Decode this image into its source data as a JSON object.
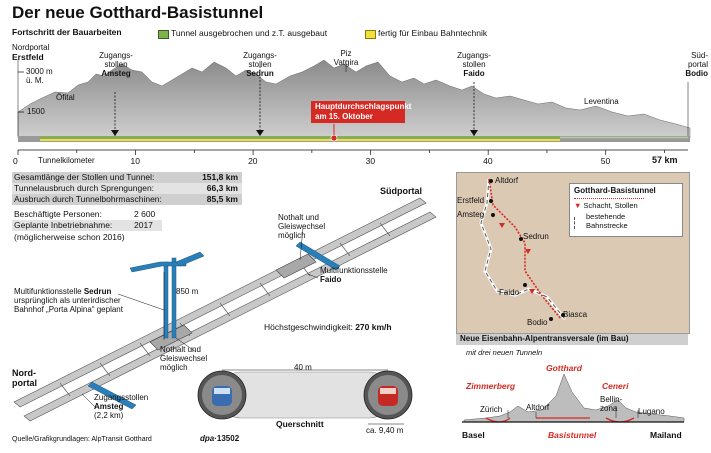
{
  "title": "Der neue Gotthard-Basistunnel",
  "legend": {
    "heading": "Fortschritt der Bauarbeiten",
    "green_label": "Tunnel ausgebrochen und z.T. ausgebaut",
    "yellow_label": "fertig für Einbau Bahntechnik",
    "green_color": "#7db44a",
    "yellow_color": "#f1df3c"
  },
  "profile": {
    "nordportal_l1": "Nordportal",
    "nordportal_l2": "Erstfeld",
    "elev_3000": "3000 m",
    "elev_unit": "ü. M.",
    "elev_1500": "1500",
    "oefital": "Öfital",
    "amsteg_l1": "Zugangs-",
    "amsteg_l2": "stollen",
    "amsteg_l3": "Amsteg",
    "sedrun_l1": "Zugangs-",
    "sedrun_l2": "stollen",
    "sedrun_l3": "Sedrun",
    "piz_l1": "Piz",
    "piz_l2": "Vatgira",
    "faido_l1": "Zugangs-",
    "faido_l2": "stollen",
    "faido_l3": "Faido",
    "sued_l1": "Süd-",
    "sued_l2": "portal",
    "sued_l3": "Bodio",
    "leventina": "Leventina",
    "callout_l1": "Hauptdurchschlagspunkt",
    "callout_l2": "am 15. Oktober",
    "callout_color": "#d42a23"
  },
  "axis": {
    "ticks": [
      "0",
      "10",
      "20",
      "30",
      "40",
      "50"
    ],
    "end_label": "57 km",
    "caption": "Tunnelkilometer",
    "km_max": 57
  },
  "stats": {
    "rows": [
      {
        "label": "Gesamtlänge der Stollen und Tunnel:",
        "value": "151,8 km"
      },
      {
        "label": "Tunnelausbruch durch Sprengungen:",
        "value": "66,3 km"
      },
      {
        "label": "Ausbruch durch Tunnelbohrmaschinen:",
        "value": "85,5 km"
      }
    ],
    "personen_label": "Beschäftigte Personen:",
    "personen_value": "2 600",
    "inbetrieb_label": "Geplante Inbetriebnahme:",
    "inbetrieb_value": "2017",
    "inbetrieb_note": "(möglicherweise schon 2016)"
  },
  "diagram": {
    "suedportal": "Südportal",
    "nordportal_l1": "Nord-",
    "nordportal_l2": "portal",
    "nothalt_top_l1": "Nothalt und",
    "nothalt_top_l2": "Gleiswechsel",
    "nothalt_top_l3": "möglich",
    "mfs_faido_l1": "Multifunktionsstelle",
    "mfs_faido_l2": "Faido",
    "mfs_sedrun_l1a": "Multifunktionsstelle",
    "mfs_sedrun_l1b": "Sedrun",
    "mfs_sedrun_l2": "ursprünglich als unterirdischer",
    "mfs_sedrun_l3": "Bahnhof „Porta Alpina“ geplant",
    "shaft_depth": "850 m",
    "speed_label": "Höchstgeschwindigkeit:",
    "speed_value": "270 km/h",
    "nothalt_bot_l1": "Nothalt und",
    "nothalt_bot_l2": "Gleiswechsel",
    "nothalt_bot_l3": "möglich",
    "amsteg_l1": "Zugangsstollen",
    "amsteg_l2": "Amsteg",
    "amsteg_l3": "(2,2 km)",
    "cross_width": "40 m",
    "cross_caption": "Querschnitt",
    "cross_diam": "ca. 9,40 m",
    "source": "Quelle/Grafikgrundlagen: AlpTransit Gotthard",
    "agency": "dpa",
    "agency_code": "·13502"
  },
  "map": {
    "altdorf": "Altdorf",
    "erstfeld": "Erstfeld",
    "amsteg": "Amsteg",
    "sedrun": "Sedrun",
    "faido": "Faido",
    "bodio": "Bodio",
    "biasca": "Biasca",
    "legend_title": "Gotthard-Basistunnel",
    "legend_shaft": "Schacht, Stollen",
    "legend_existing_l1": "bestehende",
    "legend_existing_l2": "Bahnstrecke",
    "tunnel_color": "#d42a23"
  },
  "neat": {
    "title": "Neue Eisenbahn-Alpentransversale (im Bau)",
    "subtitle": "mit drei neuen Tunneln",
    "zimmerberg": "Zimmerberg",
    "gotthard": "Gotthard",
    "ceneri": "Ceneri",
    "zuerich": "Zürich",
    "altdorf": "Altdorf",
    "bellinzona_l1": "Bellin-",
    "bellinzona_l2": "zona",
    "lugano": "Lugano",
    "basel": "Basel",
    "basistunnel": "Basistunnel",
    "mailand": "Mailand"
  }
}
